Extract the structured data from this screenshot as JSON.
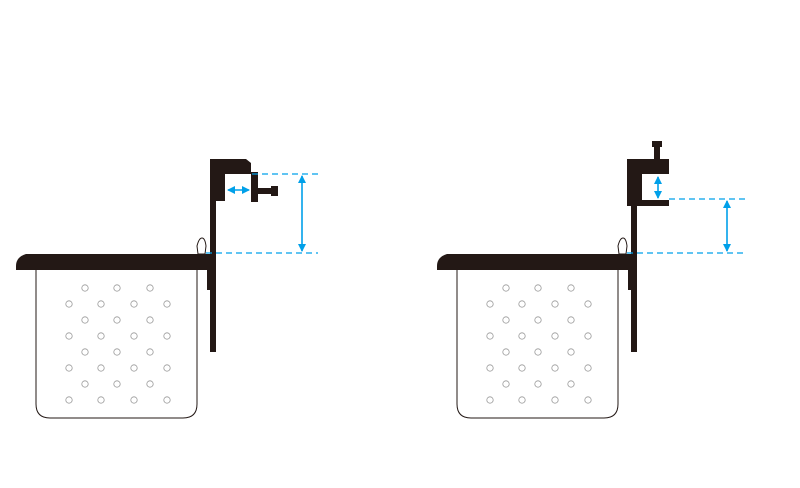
{
  "diagram": {
    "figures": [
      {
        "name": "clamp-side-mount",
        "dimensions": [
          "jaw-opening-horizontal",
          "mount-height"
        ]
      },
      {
        "name": "clamp-top-mount",
        "dimensions": [
          "jaw-opening-vertical",
          "mount-height"
        ]
      }
    ],
    "colors": {
      "stroke": "#231815",
      "dimension": "#00a0e9",
      "background": "#ffffff",
      "hole": "#9a9a9a"
    }
  }
}
